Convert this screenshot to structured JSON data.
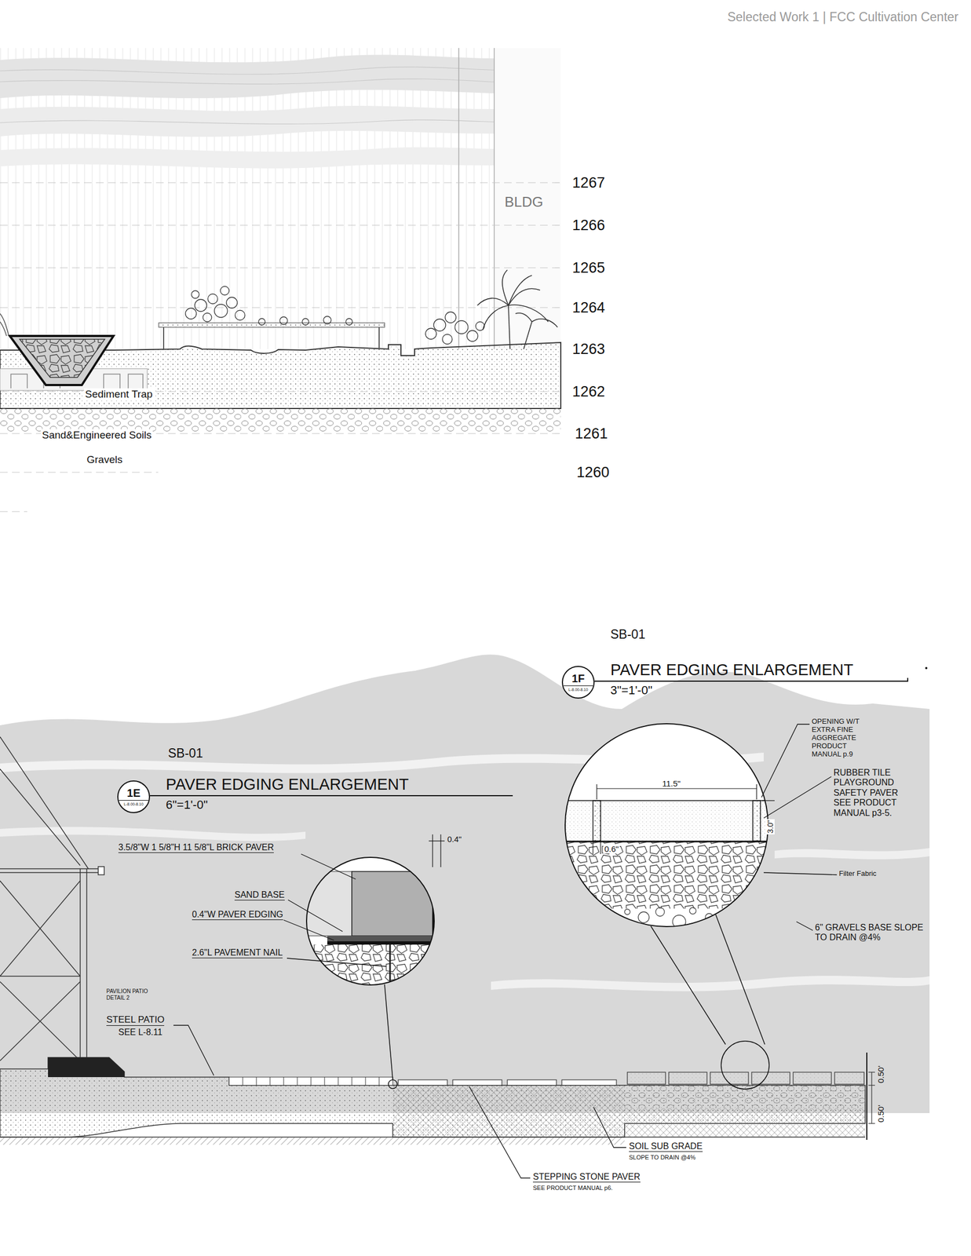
{
  "diagram": {
    "nodes": [
      {
        "text": [
          "1F",
          "L-8.00-8.10"
        ]
      },
      {
        "text": [
          "1E",
          "L-8.00-8.10"
        ]
      }
    ],
    "labels": [
      "Selected Work 1 | FCC Cultivation Center",
      "1267",
      "BLDG",
      "1266",
      "1265",
      "1264",
      "1263",
      "1262",
      "1261",
      "1260",
      "Sediment Trap",
      "Sand&Engineered Soils",
      "Gravels",
      "SB-01",
      "PAVER EDGING ENLARGEMENT",
      "3\"=1'-0\"",
      "OPENING W/T EXTRA FINE AGGREGATE PRODUCT MANUAL p.9",
      "RUBBER TILE PLAYGROUND SAFETY PAVER SEE PRODUCT MANUAL p3-5.",
      "11.5\"",
      "3.0\"",
      "0.6\"",
      "Filter Fabric",
      "6\" GRAVELS BASE SLOPE TO DRAIN @4%",
      "SB-01",
      "PAVER EDGING ENLARGEMENT",
      "6\"=1'-0\"",
      "3.5/8\"W 1 5/8\"H 11 5/8\"L BRICK PAVER",
      "0.4\"",
      "SAND BASE",
      "0.4\"W PAVER EDGING",
      "2.6\"L PAVEMENT NAIL",
      "PAVILION PATIO DETAIL 2",
      "STEEL PATIO",
      "SEE L-8.11",
      "SOIL SUB GRADE",
      "SLOPE TO DRAIN @4%",
      "STEPPING STONE PAVER",
      "SEE PRODUCT MANUAL p6.",
      "0.50'",
      "0.50'"
    ]
  }
}
